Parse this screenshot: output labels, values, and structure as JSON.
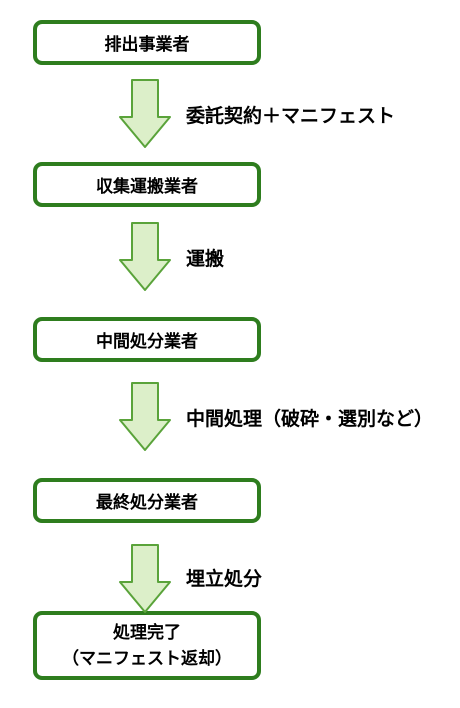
{
  "flow": {
    "steps": [
      {
        "label": "排出事業者"
      },
      {
        "label": "収集運搬業者"
      },
      {
        "label": "中間処分業者"
      },
      {
        "label": "最終処分業者"
      }
    ],
    "final": {
      "line1": "処理完了",
      "line2": "（マニフェスト返却）"
    },
    "transitions": [
      {
        "label": "委託契約＋マニフェスト"
      },
      {
        "label": "運搬"
      },
      {
        "label": "中間処理（破砕・選別など）"
      },
      {
        "label": "埋立処分"
      }
    ]
  },
  "colors": {
    "border": "#2e7d1e",
    "arrow_fill": "#dcefc9",
    "arrow_stroke": "#5aa33a"
  }
}
